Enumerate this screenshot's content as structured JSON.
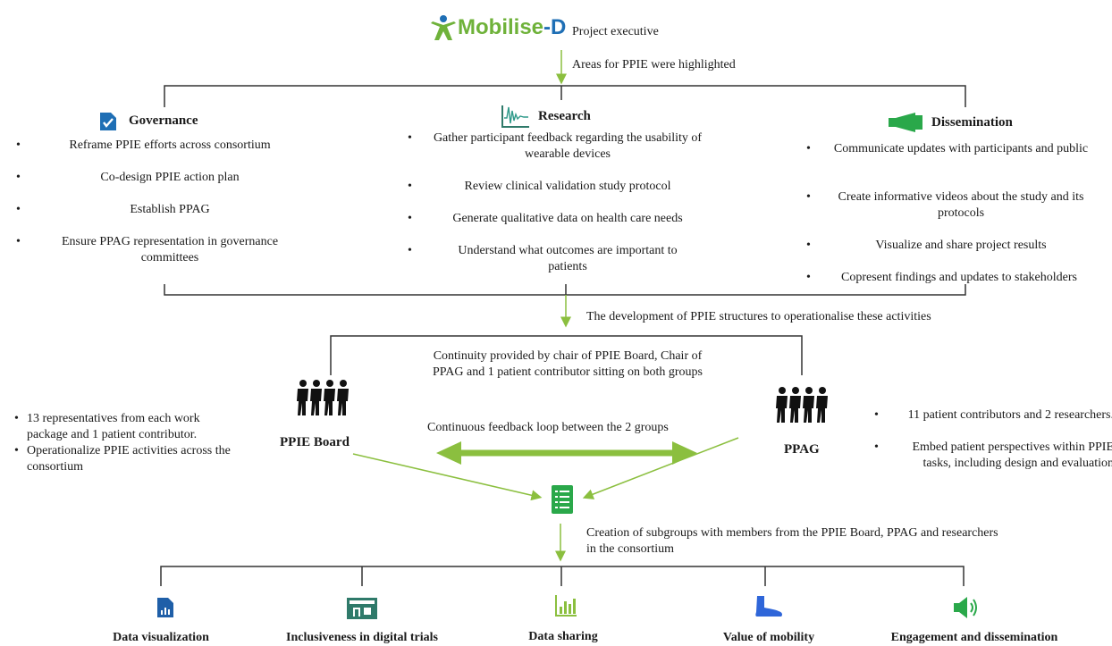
{
  "header": {
    "logo_main": "Mobilise",
    "logo_suffix": "-D",
    "title": "Project executive",
    "arrow_label": "Areas for PPIE were highlighted"
  },
  "governance": {
    "title": "Governance",
    "icon": "clipboard-check-icon",
    "items": [
      "Reframe PPIE efforts across consortium",
      "Co-design PPIE action plan",
      "Establish PPAG",
      "Ensure PPAG representation in governance committees"
    ]
  },
  "research": {
    "title": "Research",
    "icon": "waveform-chart-icon",
    "items": [
      "Gather participant feedback regarding the usability of wearable devices",
      "Review clinical validation study protocol",
      "Generate qualitative data on health care needs",
      "Understand what outcomes are important to patients"
    ]
  },
  "dissemination": {
    "title": "Dissemination",
    "icon": "megaphone-icon",
    "items": [
      "Communicate updates with participants and public",
      "Create informative videos about the study and its protocols",
      "Visualize and share project results",
      "Copresent findings and updates to stakeholders"
    ]
  },
  "structures_label": "The development of PPIE structures to operationalise these activities",
  "continuity_text": "Continuity provided by chair of PPIE Board, Chair of PPAG and 1 patient contributor sitting on both groups",
  "feedback_label": "Continuous feedback loop between the 2 groups",
  "ppie_board": {
    "label": "PPIE Board",
    "icon": "people-group-icon",
    "items": [
      "13 representatives from each work package and 1 patient contributor.",
      "Operationalize PPIE activities across the consortium"
    ]
  },
  "ppag": {
    "label": "PPAG",
    "icon": "people-group-icon",
    "items": [
      "11 patient contributors and 2 researchers.",
      "Embed patient perspectives within PPIE tasks, including design and evaluation"
    ]
  },
  "subgroups_label": "Creation of subgroups with members from the PPIE Board, PPAG and researchers in the consortium",
  "subgroups": [
    {
      "label": "Data visualization",
      "icon": "report-chart-icon"
    },
    {
      "label": "Inclusiveness in digital trials",
      "icon": "storefront-icon"
    },
    {
      "label": "Data sharing",
      "icon": "bar-chart-icon"
    },
    {
      "label": "Value of mobility",
      "icon": "foot-icon"
    },
    {
      "label": "Engagement and dissemination",
      "icon": "speaker-icon"
    }
  ],
  "colors": {
    "green": "#8bbf3f",
    "logo_green": "#6fb23a",
    "logo_blue": "#1f6fb5",
    "icon_teal": "#2f7a6a",
    "icon_blue": "#1f5fa8",
    "foot_blue": "#2f66d9",
    "line": "#333333"
  }
}
